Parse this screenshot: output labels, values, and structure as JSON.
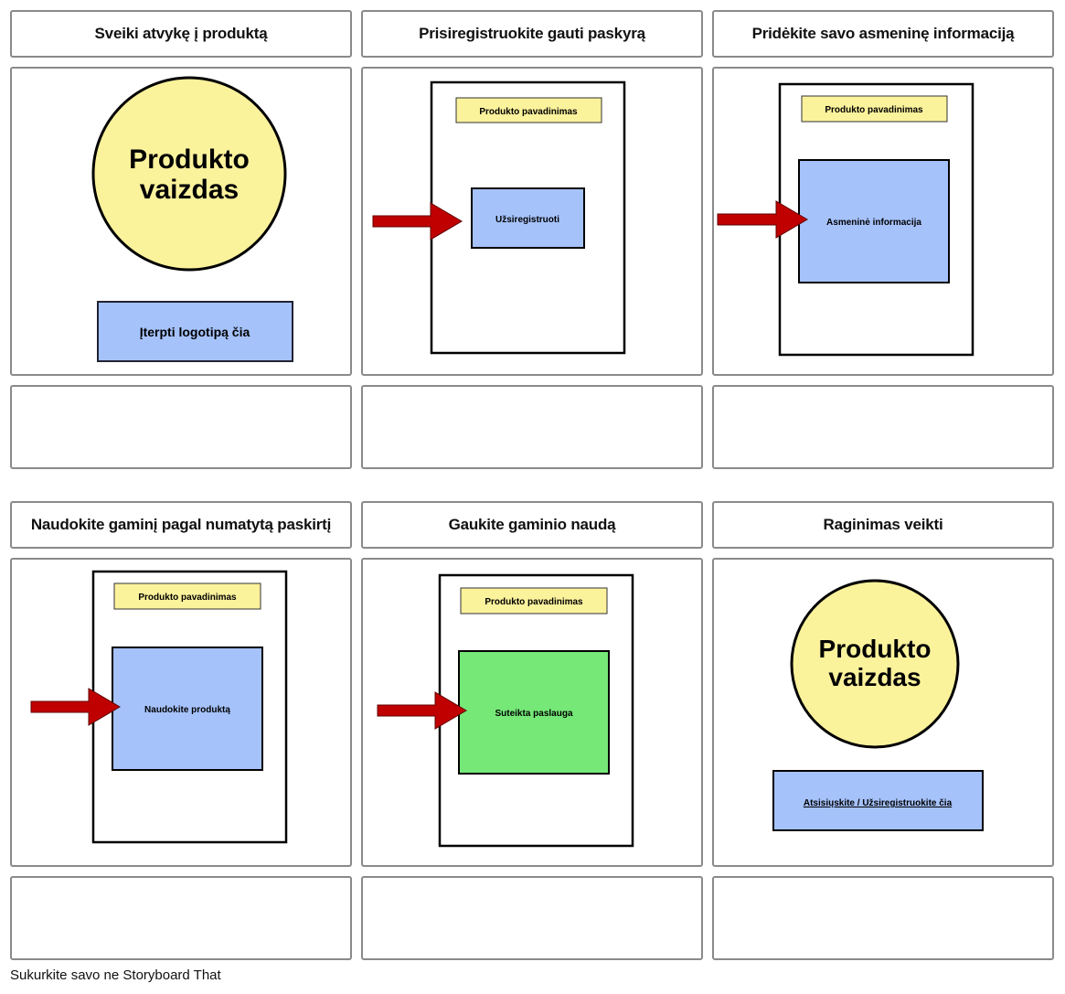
{
  "cells": [
    {
      "title": "Sveiki atvykę į produktą",
      "product_image": "Produkto vaizdas",
      "logo_label": "Įterpti logotipą čia",
      "description": ""
    },
    {
      "title": "Prisiregistruokite gauti paskyrą",
      "product_name": "Produkto pavadinimas",
      "content_label": "Užsiregistruoti",
      "description": ""
    },
    {
      "title": "Pridėkite savo asmeninę informaciją",
      "product_name": "Produkto pavadinimas",
      "content_label": "Asmeninė informacija",
      "description": ""
    },
    {
      "title": "Naudokite gaminį pagal numatytą paskirtį",
      "product_name": "Produkto pavadinimas",
      "content_label": "Naudokite produktą",
      "description": ""
    },
    {
      "title": "Gaukite gaminio naudą",
      "product_name": "Produkto pavadinimas",
      "content_label": "Suteikta paslauga",
      "description": ""
    },
    {
      "title": "Raginimas veikti",
      "product_image": "Produkto vaizdas",
      "cta_label": "Atsisiųskite / Užsiregistruokite čia",
      "description": ""
    }
  ],
  "footer": "Sukurkite savo ne Storyboard That",
  "colors": {
    "circle_fill": "#fbf29c",
    "name_fill": "#fbf29c",
    "blue_fill": "#a5c2fb",
    "green_fill": "#75e878",
    "arrow_fill": "#c00000",
    "frame_border": "#8a8a8a"
  }
}
